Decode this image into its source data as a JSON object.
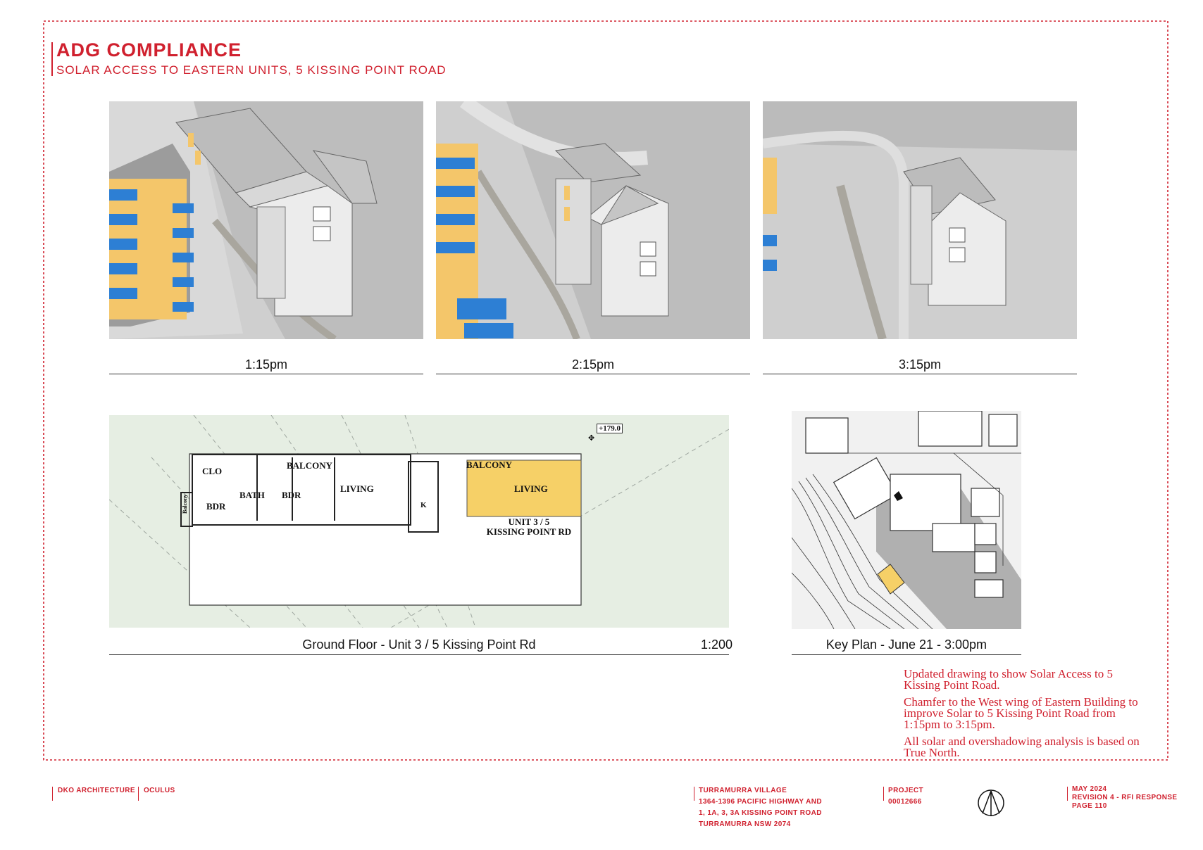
{
  "header": {
    "title": "ADG COMPLIANCE",
    "subtitle": "SOLAR ACCESS TO EASTERN UNITS, 5 KISSING POINT ROAD"
  },
  "views": [
    {
      "caption": "1:15pm"
    },
    {
      "caption": "2:15pm"
    },
    {
      "caption": "3:15pm"
    }
  ],
  "floor_plan": {
    "caption": "Ground Floor - Unit 3 / 5 Kissing Point Rd",
    "scale": "1:200",
    "level": "+179.0",
    "rooms": [
      "CLO",
      "BALCONY",
      "BATH",
      "BDR",
      "BDR",
      "LIVING",
      "K",
      "BALCONY",
      "LIVING",
      "Balcony"
    ],
    "unit_label_1": "UNIT 3 / 5",
    "unit_label_2": "KISSING POINT RD"
  },
  "key_plan": {
    "caption": "Key Plan -  June 21 - 3:00pm"
  },
  "notes": [
    "Updated drawing to show Solar Access to 5 Kissing Point Road.",
    "Chamfer to the West wing of Eastern Building to improve Solar to 5 Kissing Point Road from 1:15pm to 3:15pm.",
    "All solar and overshadowing analysis is based on True North."
  ],
  "footer": {
    "firm_1": "DKO ARCHITECTURE",
    "firm_2": "OCULUS",
    "project_name": "TURRAMURRA VILLAGE",
    "address_1": "1364-1396 PACIFIC HIGHWAY AND",
    "address_2": "1, 1A, 3, 3A KISSING POINT ROAD",
    "address_3": "TURRAMURRA NSW 2074",
    "project_label": "PROJECT",
    "project_number": "00012666",
    "date": "MAY 2024",
    "revision": "REVISION 4 - RFI RESPONSE",
    "page": "PAGE 110"
  },
  "colors": {
    "accent": "#d0202e",
    "facade_yellow": "#f4c66a",
    "balcony_blue": "#2d7fd4",
    "highlight_unit": "#f6d067",
    "plan_bg": "#e6eee3"
  }
}
